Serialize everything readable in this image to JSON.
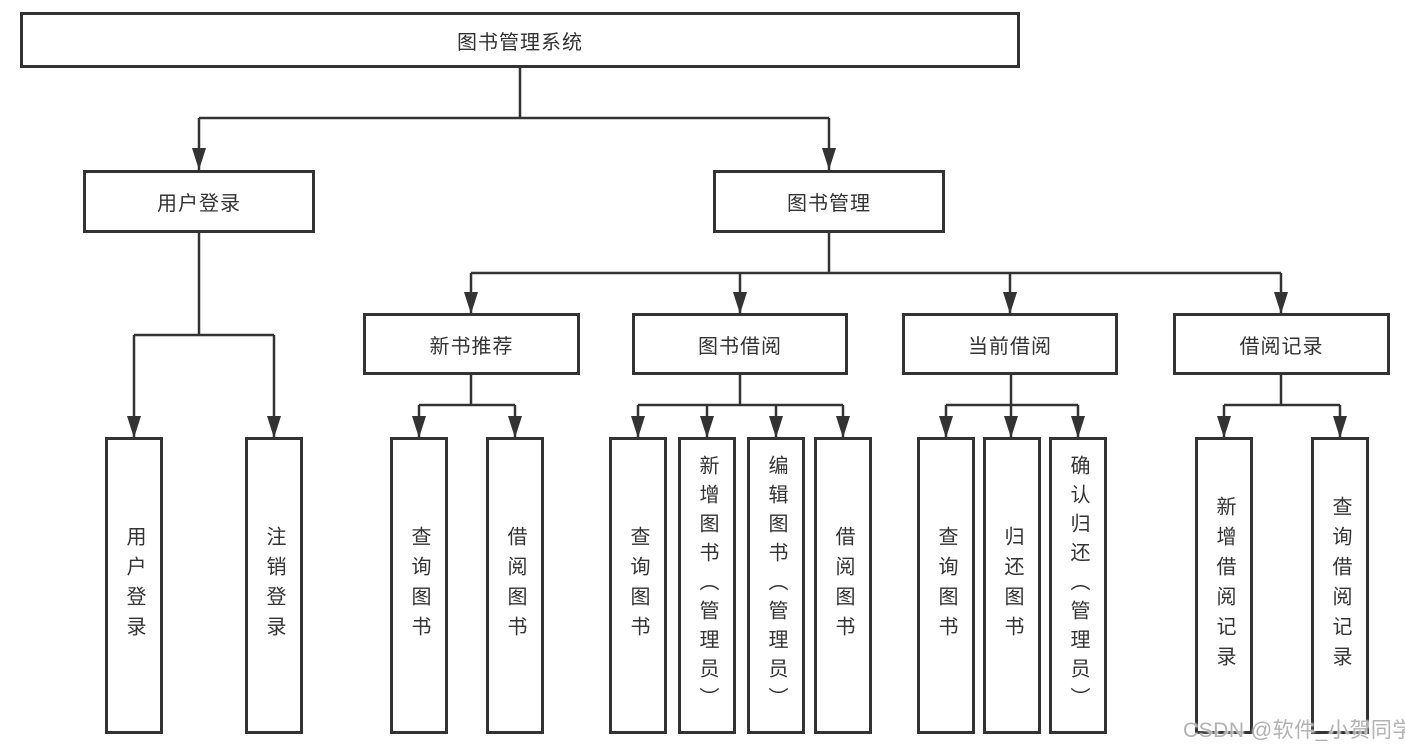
{
  "title": "图书管理系统",
  "watermark": "CSDN @软件_小贺同学",
  "colors": {
    "line": "#333333",
    "text": "#333333",
    "background": "#ffffff",
    "watermark": "#b2b2b2"
  },
  "diagram_type": "hierarchy-tree",
  "level2": [
    {
      "label": "用户登录",
      "parent": "图书管理系统"
    },
    {
      "label": "图书管理",
      "parent": "图书管理系统"
    }
  ],
  "level3": [
    {
      "label": "新书推荐",
      "parent": "图书管理"
    },
    {
      "label": "图书借阅",
      "parent": "图书管理"
    },
    {
      "label": "当前借阅",
      "parent": "图书管理"
    },
    {
      "label": "借阅记录",
      "parent": "图书管理"
    }
  ],
  "leaves": [
    {
      "label": "用户登录",
      "parent": "用户登录"
    },
    {
      "label": "注销登录",
      "parent": "用户登录"
    },
    {
      "label": "查询图书",
      "parent": "新书推荐"
    },
    {
      "label": "借阅图书",
      "parent": "新书推荐"
    },
    {
      "label": "查询图书",
      "parent": "图书借阅"
    },
    {
      "label": "新增图书（管理员）",
      "parent": "图书借阅"
    },
    {
      "label": "编辑图书（管理员）",
      "parent": "图书借阅"
    },
    {
      "label": "借阅图书",
      "parent": "图书借阅"
    },
    {
      "label": "查询图书",
      "parent": "当前借阅"
    },
    {
      "label": "归还图书",
      "parent": "当前借阅"
    },
    {
      "label": "确认归还（管理员）",
      "parent": "当前借阅"
    },
    {
      "label": "新增借阅记录",
      "parent": "借阅记录"
    },
    {
      "label": "查询借阅记录",
      "parent": "借阅记录"
    }
  ]
}
